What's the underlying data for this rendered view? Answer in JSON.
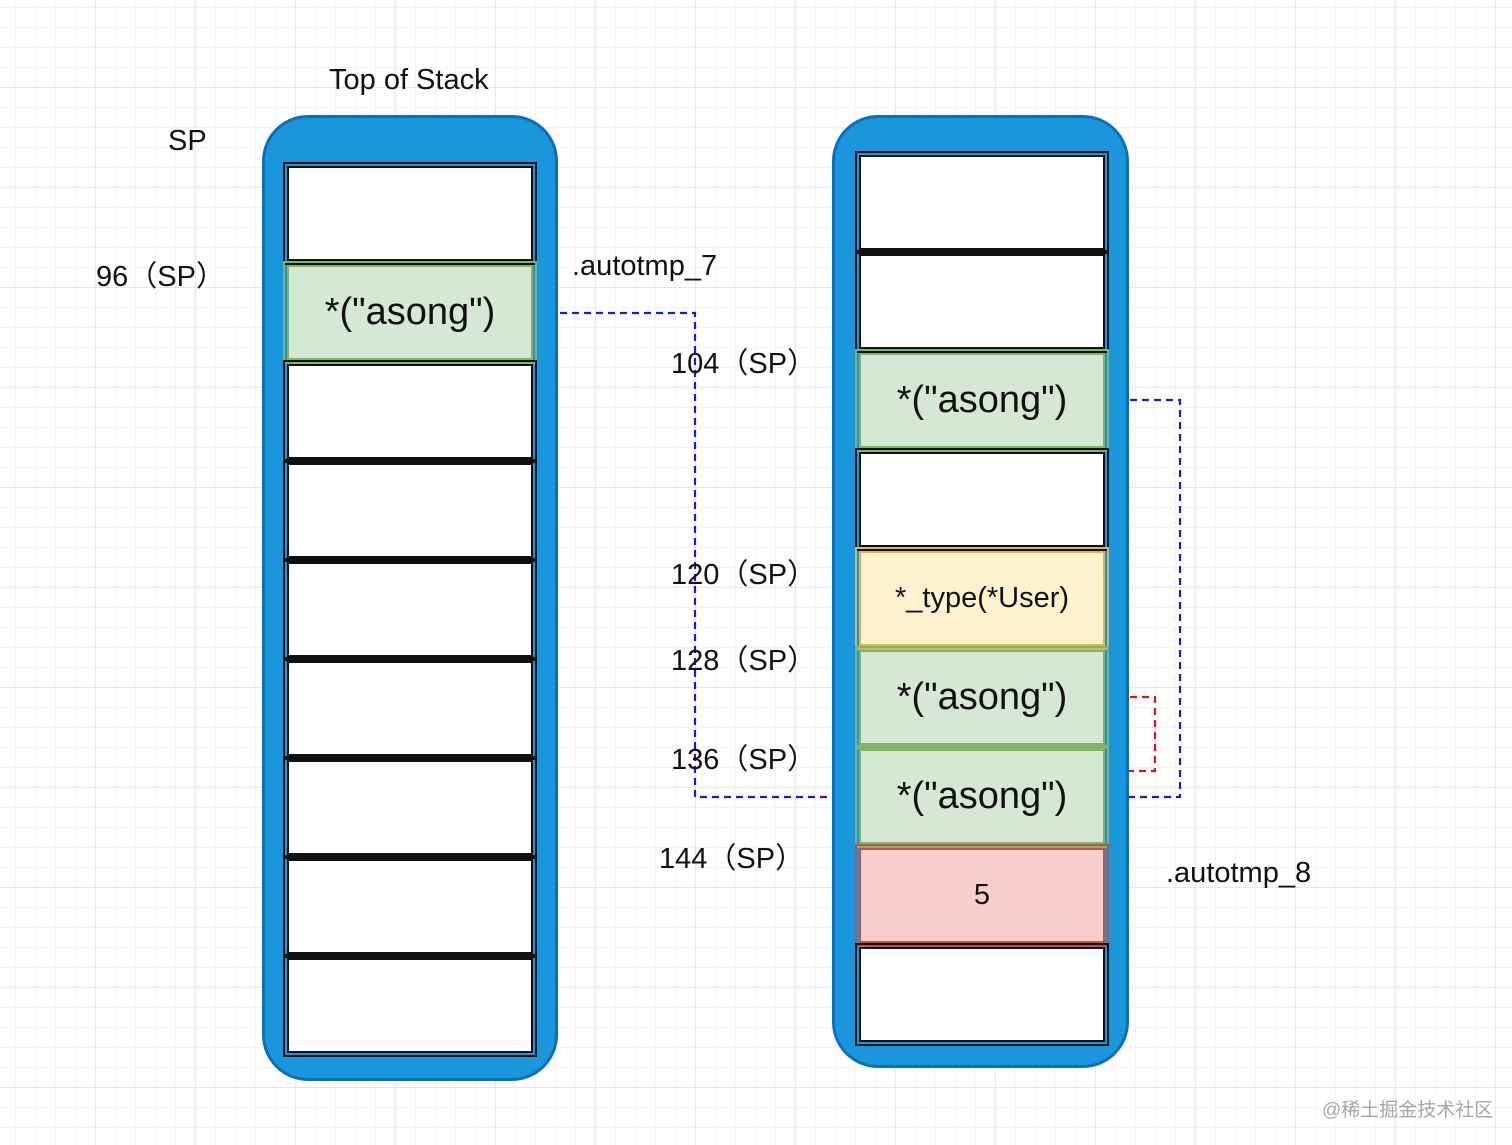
{
  "labels": {
    "top_of_stack": "Top of Stack",
    "sp": "SP",
    "sp96": "96（SP）",
    "sp104": "104（SP）",
    "sp120": "120（SP）",
    "sp128": "128（SP）",
    "sp136": "136（SP）",
    "sp144": "144（SP）",
    "autotmp7": ".autotmp_7",
    "autotmp8": ".autotmp_8"
  },
  "left_stack": {
    "cells": [
      "",
      "*(\"asong\")",
      "",
      "",
      "",
      "",
      "",
      "",
      ""
    ]
  },
  "right_stack": {
    "cells": [
      "",
      "",
      "*(\"asong\")",
      "",
      "*_type(*User)",
      "*(\"asong\")",
      "*(\"asong\")",
      "5",
      ""
    ]
  },
  "colors": {
    "stack_fill": "#1a96dc",
    "green": "#d5e8d4",
    "yellow": "#fff2cc",
    "red": "#f8cecc",
    "blue_arrow": "#1a1ad0",
    "red_arrow": "#d01a1a"
  },
  "watermark": "@稀土掘金技术社区"
}
